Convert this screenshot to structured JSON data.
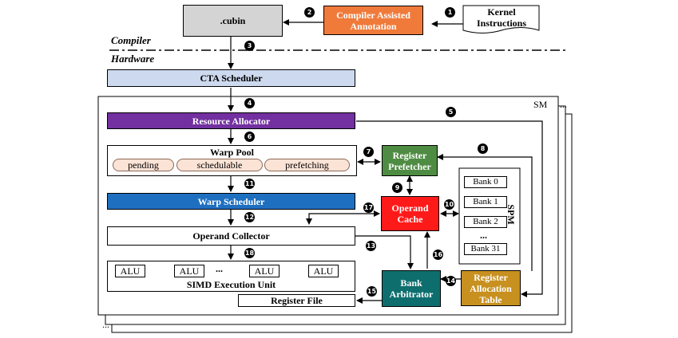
{
  "labels": {
    "cubin": ".cubin",
    "compiler_annotation": "Compiler Assisted Annotation",
    "kernel_instructions": "Kernel Instructions",
    "compiler": "Compiler",
    "hardware": "Hardware",
    "cta_scheduler": "CTA Scheduler",
    "sm": "SM",
    "ellipsis": "...",
    "resource_allocator": "Resource Allocator",
    "warp_pool": "Warp Pool",
    "warp_states": [
      "pending",
      "schedulable",
      "prefetching"
    ],
    "register_prefetcher": "Register Prefetcher",
    "warp_scheduler": "Warp Scheduler",
    "operand_cache": "Operand Cache",
    "operand_collector": "Operand Collector",
    "alus": [
      "ALU",
      "ALU",
      "ALU",
      "ALU"
    ],
    "simd_unit": "SIMD Execution Unit",
    "bank_arbitrator": "Bank Arbitrator",
    "register_allocation_table": "Register Allocation Table",
    "register_file": "Register File",
    "spm": "SPM",
    "banks": [
      "Bank 0",
      "Bank 1",
      "Bank 2",
      "Bank 31"
    ]
  },
  "steps": [
    "1",
    "2",
    "3",
    "4",
    "5",
    "6",
    "7",
    "8",
    "9",
    "10",
    "11",
    "12",
    "13",
    "14",
    "15",
    "16",
    "17",
    "18"
  ],
  "colors": {
    "cubin": "#d4d4d4",
    "compiler_annotation": "#f07a3a",
    "cta_scheduler": "#cdd9ee",
    "resource_allocator": "#7230a0",
    "warp_scheduler": "#1f6fc0",
    "register_prefetcher": "#4f8c43",
    "operand_cache": "#ff1a1a",
    "bank_arbitrator": "#0e6e6e",
    "register_allocation_table": "#c7901f",
    "pill_fill": "#fbe3d6"
  }
}
